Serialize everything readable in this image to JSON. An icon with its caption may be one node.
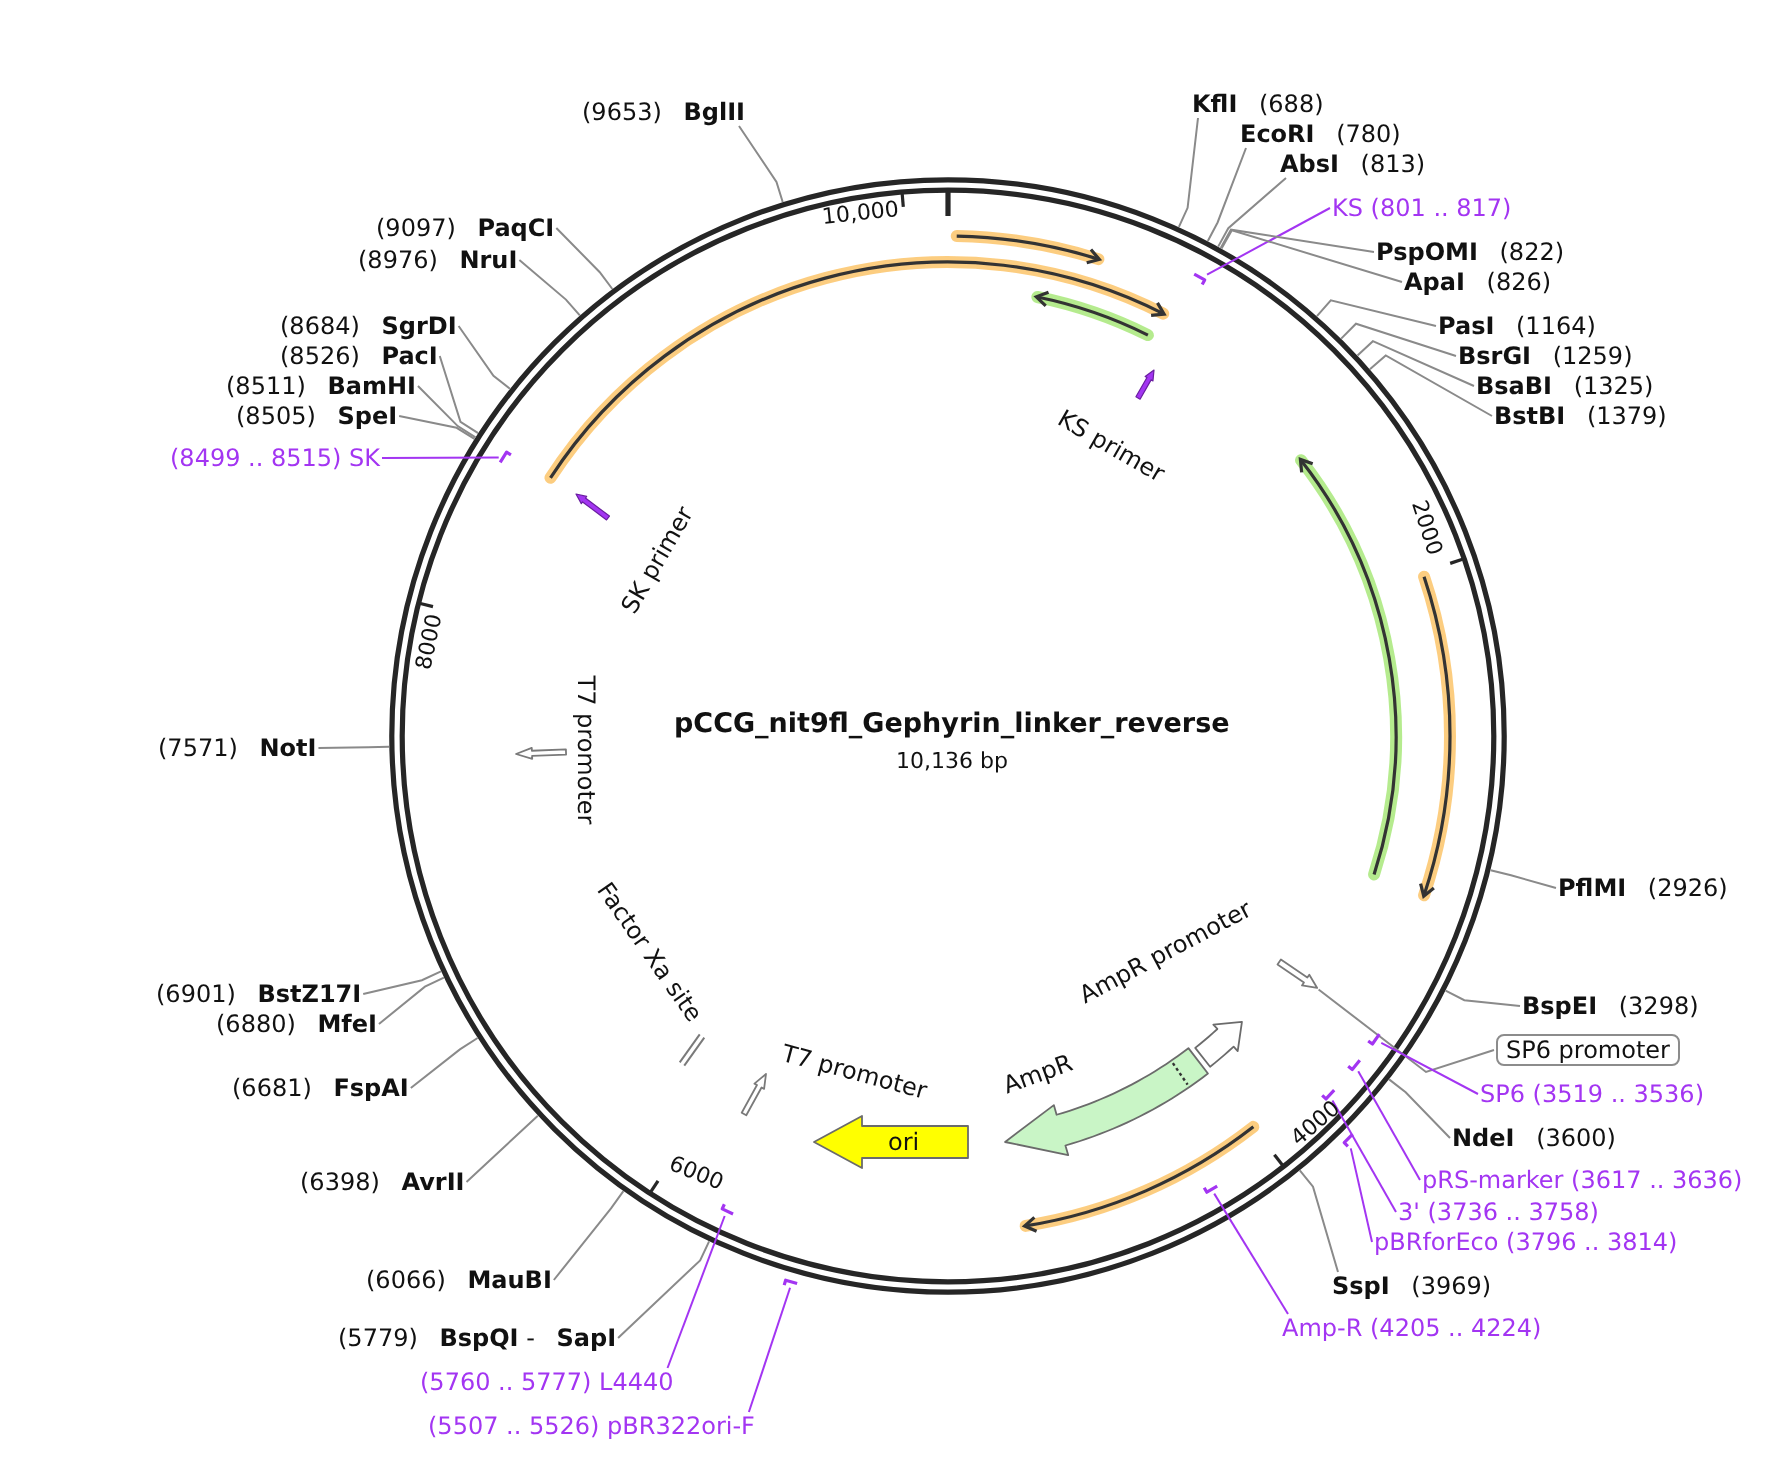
{
  "diagram": {
    "title": "pCCG_nit9fl_Gephyrin_linker_reverse",
    "nodes": [
      {
        "text": [
          "**KflI** (688)"
        ]
      },
      {
        "text": [
          "**EcoRI** (780)"
        ]
      },
      {
        "text": [
          "**AbsI** (813)"
        ]
      },
      {
        "text": [
          "KS (801 .. 817)"
        ]
      },
      {
        "text": [
          "**PspOMI** (822)"
        ]
      },
      {
        "text": [
          "**ApaI** (826)"
        ]
      },
      {
        "text": [
          "**PasI** (1164)"
        ]
      },
      {
        "text": [
          "**BsrGI** (1259)"
        ]
      },
      {
        "text": [
          "**BsaBI** (1325)"
        ]
      },
      {
        "text": [
          "**BstBI** (1379)"
        ]
      },
      {
        "text": [
          "**PflMI** (2926)"
        ]
      },
      {
        "text": [
          "**BspEI** (3298)"
        ]
      },
      {
        "text": [
          "SP6 promoter"
        ]
      },
      {
        "text": [
          "SP6 (3519 .. 3536)"
        ]
      },
      {
        "text": [
          "**NdeI** (3600)"
        ]
      },
      {
        "text": [
          "pRS-marker (3617 .. 3636)"
        ]
      },
      {
        "text": [
          "3' (3736 .. 3758)"
        ]
      },
      {
        "text": [
          "pBRforEco (3796 .. 3814)"
        ]
      },
      {
        "text": [
          "**SspI** (3969)"
        ]
      },
      {
        "text": [
          "Amp-R (4205 .. 4224)"
        ]
      },
      {
        "text": [
          "(5507 .. 5526) pBR322ori-F"
        ]
      },
      {
        "text": [
          "(5760 .. 5777) L4440"
        ]
      },
      {
        "text": [
          "(5779) **BspQI** - **SapI**"
        ]
      },
      {
        "text": [
          "(6066) **MauBI**"
        ]
      },
      {
        "text": [
          "(6398) **AvrII**"
        ]
      },
      {
        "text": [
          "(6681) **FspAI**"
        ]
      },
      {
        "text": [
          "(6880) **MfeI**"
        ]
      },
      {
        "text": [
          "(6901) **BstZ17I**"
        ]
      },
      {
        "text": [
          "(7571) **NotI**"
        ]
      },
      {
        "text": [
          "(8499 .. 8515) SK"
        ]
      },
      {
        "text": [
          "(8505) **SpeI**"
        ]
      },
      {
        "text": [
          "(8511) **BamHI**"
        ]
      },
      {
        "text": [
          "(8526) **PacI**"
        ]
      },
      {
        "text": [
          "(8684) **SgrDI**"
        ]
      },
      {
        "text": [
          "(8976) **NruI**"
        ]
      },
      {
        "text": [
          "(9097) **PaqCI**"
        ]
      },
      {
        "text": [
          "(9653) **BglII**"
        ]
      },
      {
        "text": [
          "KS primer"
        ]
      },
      {
        "text": [],
        "shape": "arrow"
      },
      {
        "text": [
          "AmpR promoter"
        ]
      },
      {
        "text": [
          "AmpR"
        ]
      },
      {
        "text": [
          "ori"
        ]
      },
      {
        "text": [
          "T7 promoter"
        ]
      },
      {
        "text": [
          "Factor Xa site"
        ]
      },
      {
        "text": [
          "T7 promoter"
        ]
      },
      {
        "text": [
          "SK primer"
        ]
      },
      {
        "text": [],
        "shape": "arrow"
      },
      {
        "text": [],
        "shape": "arrow"
      },
      {
        "text": [],
        "shape": "arrow"
      },
      {
        "text": [],
        "shape": "arrow"
      },
      {
        "text": [],
        "shape": "arrow"
      },
      {
        "text": [],
        "shape": "arrow"
      },
      {
        "text": [],
        "shape": "arrow"
      },
      {
        "text": [],
        "shape": "arrow"
      },
      {
        "text": [],
        "shape": "arrow"
      }
    ],
    "edges": [
      {
        "from": 0,
        "to": null,
        "arrow": "none"
      },
      {
        "from": 1,
        "to": null,
        "arrow": "none"
      },
      {
        "from": 2,
        "to": null,
        "arrow": "none"
      },
      {
        "from": 3,
        "to": 46,
        "arrow": "none",
        "color": "#a335f2"
      },
      {
        "from": 4,
        "to": null,
        "arrow": "none"
      },
      {
        "from": 5,
        "to": null,
        "arrow": "none"
      },
      {
        "from": 6,
        "to": null,
        "arrow": "none"
      },
      {
        "from": 7,
        "to": null,
        "arrow": "none"
      },
      {
        "from": 8,
        "to": null,
        "arrow": "none"
      },
      {
        "from": 9,
        "to": null,
        "arrow": "none"
      },
      {
        "from": 10,
        "to": null,
        "arrow": "none"
      },
      {
        "from": 11,
        "to": null,
        "arrow": "none"
      },
      {
        "from": 12,
        "to": 38,
        "arrow": "none"
      },
      {
        "from": 13,
        "to": 47,
        "arrow": "none",
        "color": "#a335f2"
      },
      {
        "from": 14,
        "to": null,
        "arrow": "none"
      },
      {
        "from": 15,
        "to": 48,
        "arrow": "none",
        "color": "#a335f2"
      },
      {
        "from": 16,
        "to": 49,
        "arrow": "none",
        "color": "#a335f2"
      },
      {
        "from": 17,
        "to": 50,
        "arrow": "none",
        "color": "#a335f2"
      },
      {
        "from": 18,
        "to": null,
        "arrow": "none"
      },
      {
        "from": 19,
        "to": 51,
        "arrow": "none",
        "color": "#a335f2"
      },
      {
        "from": 20,
        "to": 52,
        "arrow": "none",
        "color": "#a335f2"
      },
      {
        "from": 21,
        "to": 53,
        "arrow": "none",
        "color": "#a335f2"
      },
      {
        "from": 22,
        "to": null,
        "arrow": "none"
      },
      {
        "from": 23,
        "to": null,
        "arrow": "none"
      },
      {
        "from": 24,
        "to": null,
        "arrow": "none"
      },
      {
        "from": 25,
        "to": null,
        "arrow": "none"
      },
      {
        "from": 26,
        "to": null,
        "arrow": "none"
      },
      {
        "from": 27,
        "to": null,
        "arrow": "none"
      },
      {
        "from": 28,
        "to": null,
        "arrow": "none"
      },
      {
        "from": 29,
        "to": 54,
        "arrow": "none",
        "color": "#a335f2"
      },
      {
        "from": 30,
        "to": null,
        "arrow": "none"
      },
      {
        "from": 31,
        "to": null,
        "arrow": "none"
      },
      {
        "from": 32,
        "to": null,
        "arrow": "none"
      },
      {
        "from": 33,
        "to": null,
        "arrow": "none"
      },
      {
        "from": 34,
        "to": null,
        "arrow": "none"
      },
      {
        "from": 35,
        "to": null,
        "arrow": "none"
      },
      {
        "from": 36,
        "to": null,
        "arrow": "none"
      }
    ],
    "labels": [
      "10,000",
      "2000",
      "8000",
      "10,136 bp",
      "4000",
      "6000"
    ]
  }
}
